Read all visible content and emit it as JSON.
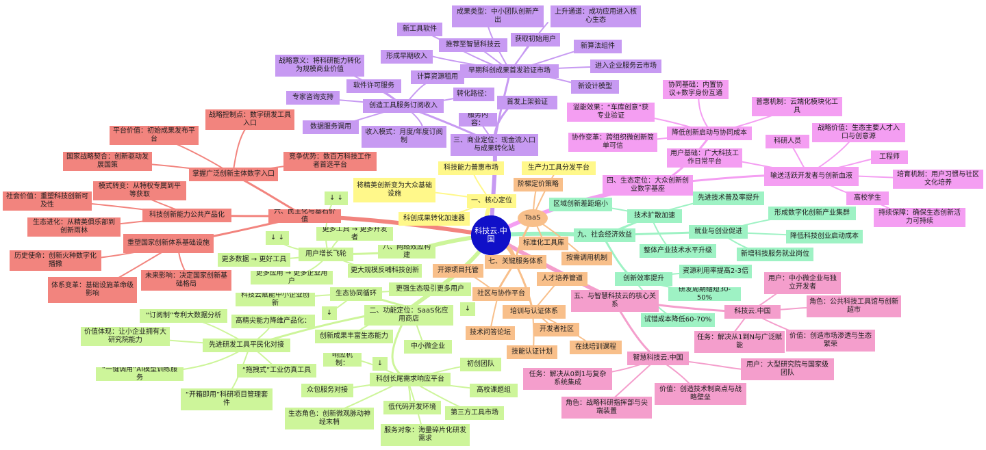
{
  "center": {
    "label": "科技云.中国",
    "color": "#1010c8"
  },
  "branches": [
    {
      "label": "一、核心定位",
      "color": "#fff88a",
      "items": [
        "• 科技能力普惠市场",
        "• 将精英创新变为大众基础设施",
        "• 科创成果转化加速器"
      ]
    },
    {
      "label": "二、功能定位：SaaS化应用商店",
      "color": "#cdf59a",
      "items": [
        "生态协同循环",
        "科创长尾需求响应平台",
        "先进研发工具平民化对接"
      ]
    },
    {
      "label": "三、商业定位：现金流入口与成果转化站",
      "color": "#c79af2",
      "items": [
        "首发上架验证",
        "创造工具服务订阅收入",
        "早期科创成果首发验证市场"
      ]
    },
    {
      "label": "四、生态定位：大众创新创业数字基座",
      "color": "#f49ef2",
      "items": [
        "降低创新启动与协同成本",
        "输送活跃开发者与创新血液"
      ]
    },
    {
      "label": "五、与智慧科技云的核心关系",
      "color": "#f49ecc",
      "items": [
        "科技云.中国",
        "智慧科技云.中国"
      ]
    },
    {
      "label": "六、民主化与基石价值",
      "color": "#f2847e",
      "items": [
        "掌握广泛创新主体数字入口",
        "科技创新能力公共产品化",
        "重塑国家创新体系基础设施"
      ]
    },
    {
      "label": "七、关键服务体系",
      "color": "#f8bf8a",
      "items": [
        "TaaS",
        "社区与协作平台",
        "培训与认证体系"
      ]
    },
    {
      "label": "八、网络效应构建",
      "color": "#cdf59a",
      "items": [
        "用户增长飞轮",
        "生态协同循环"
      ]
    },
    {
      "label": "九、社会经济效益",
      "color": "#9ef2c4",
      "items": [
        "技术扩散加速",
        "就业与创业促进",
        "创新效率提升"
      ]
    }
  ],
  "texts": {
    "t1": "早期科创成果首发验证市场",
    "t2": "成果类型：中小团队创新产出",
    "t3": "上升通道：成功应用进入核心生态",
    "t4": "新工具软件",
    "t5": "推荐至智慧科技云",
    "t6": "获取初始用户",
    "t7": "新算法组件",
    "t8": "形成早期收入",
    "t9": "进入企业服务云市场",
    "t10": "战略意义：将科研能力转化为规模商业价值",
    "t11": "计算资源租用",
    "t12": "新设计模型",
    "t13": "软件许可服务",
    "t14": "转化路径：",
    "t15": "专家咨询支持",
    "t16": "创造工具服务订阅收入",
    "t17": "首发上架验证",
    "t18": "服务内容：",
    "t19": "数据服务调用",
    "t20": "收入模式：月度/年度订阅制",
    "t21": "三、商业定位：现金流入口与成果转化站",
    "p1": "协同基础：内置协议+数字身份互通",
    "p2": "普惠机制：云端化模块化工具",
    "p3": "溢能效果：“车库创意”获专业验证",
    "p4": "降低创新启动与协同成本",
    "p5": "战略价值：生态主要人才入口与创意源",
    "p6": "科研人员",
    "p7": "协作变革：跨组织微创新简单可信",
    "p8": "用户基础：广大科技工作日常平台",
    "p9": "工程师",
    "p10": "输送活跃开发者与创新血液",
    "p11": "四、生态定位：大众创新创业数字基座",
    "p12": "培育机制：用户习惯与社区文化培养",
    "p13": "高校学生",
    "p14": "持续保障：确保生态创新活力可持续",
    "r1": "战略控制点：数字研发工具入口",
    "r2": "平台价值：初始成果发布平台",
    "r3": "国家战略契合：创新驱动发展国策",
    "r4": "竞争优势：数百万科技工作者首选平台",
    "r5": "掌握广泛创新主体数字入口",
    "r6": "模式转变：从特权专属到平等获取",
    "r7": "社会价值：重塑科技创新可及性",
    "r8": "科技创新能力公共产品化",
    "r9": "六、民主化与基石价值",
    "r10": "生态进化：从精英俱乐部到创新雨林",
    "r11": "重塑国家创新体系基础设施",
    "r12": "历史使命：创新火种数字化播撒",
    "r13": "未来影响：决定国家创新基础格局",
    "r14": "体系变革：基础设施革命级影响",
    "y1": "科技能力普惠市场",
    "y2": "将精英创新变为大众基础设施",
    "y3": "一、核心定位",
    "y4": "科创成果转化加速器",
    "o1": "生产力工具分发平台",
    "o2": "阶梯定价策略",
    "o3": "TaaS",
    "o4": "标准化工具库",
    "o5": "按需调用机制",
    "o6": "七、关键服务体系",
    "o7": "开源项目托管",
    "o8": "人才培养管道",
    "o9": "社区与协作平台",
    "o10": "培训与认证体系",
    "o11": "技术问答论坛",
    "o12": "开发者社区",
    "o13": "技能认证计划",
    "o14": "在线培训课程",
    "g1": "↓ ↓",
    "g2": "更多工具 → 更多开发者",
    "g3": "↓ ↓",
    "g4": "用户增长飞轮",
    "g5": "八、网络效应构建",
    "g6": "更多数据 → 更好工具",
    "g7": "更大规模反哺科技创新",
    "g8": "更多应用 → 更多企业用户",
    "g9": "更强生态吸引更多用户",
    "g10": "科技云赋能中小企业创新",
    "g11": "生态协同循环",
    "g12": "↓",
    "g13": "二、功能定位：SaaS化应用商店",
    "g14": "↓",
    "g15": "“订阅制”专利大数据分析",
    "g16": "高精尖能力降维产品化：",
    "g17": "价值体现：让小企业拥有大研究院能力",
    "g18": "先进研发工具平民化对接",
    "g19": "创新成果丰富生态能力",
    "g20": "中小微企业",
    "g21": "响应机制：",
    "g22": "↓",
    "g23": "初创团队",
    "g24": "“一键调用”AI模型训练服务",
    "g25": "“拖拽式”工业仿真工具",
    "g26": "科创长尾需求响应平台",
    "g27": "众包服务对接",
    "g28": "高校课题组",
    "g29": "“开箱即用”科研项目管理套件",
    "g30": "低代码开发环境",
    "g31": "第三方工具市场",
    "g32": "生态角色：创新微观脉动神经末梢",
    "g33": "服务对象：海量碎片化研发需求",
    "c1": "区域创新差距缩小",
    "c2": "先进技术普及率提升",
    "c3": "技术扩散加速",
    "c4": "形成数字化创新产业集群",
    "c5": "九、社会经济效益",
    "c6": "就业与创业促进",
    "c7": "降低科技创业启动成本",
    "c8": "整体产业技术水平升级",
    "c9": "新增科技服务就业岗位",
    "c10": "资源利用率提高2-3倍",
    "c11": "创新效率提升",
    "c12": "研发周期缩短30-50%",
    "c13": "试错成本降低60-70%",
    "m1": "用户：中小微企业与独立开发者",
    "m2": "五、与智慧科技云的核心关系",
    "m3": "角色：公共科技工具馆与创新超市",
    "m4": "科技云.中国",
    "m5": "任务：解决从1到N与广泛赋能",
    "m6": "价值：创造市场渗透与生态繁荣",
    "m7": "智慧科技云.中国",
    "m8": "任务：解决从0到1与复杂系统集成",
    "m9": "用户：大型研究院与国家级团队",
    "m10": "价值：创造技术制高点与战略壁垒",
    "m11": "角色：战略科研指挥部与尖端装置"
  }
}
